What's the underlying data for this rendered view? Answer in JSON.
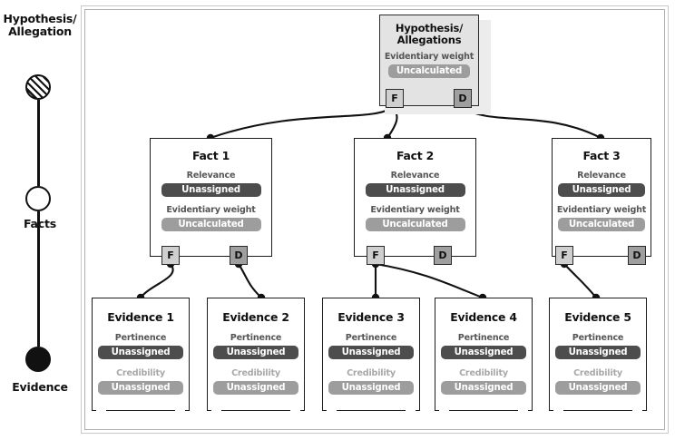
{
  "legend": {
    "items": [
      {
        "id": "hypothesis",
        "label": "Hypothesis/\nAllegation",
        "icon": "hatched-circle-icon"
      },
      {
        "id": "facts",
        "label": "Facts",
        "icon": "open-circle-icon"
      },
      {
        "id": "evidence",
        "label": "Evidence",
        "icon": "filled-circle-icon"
      }
    ],
    "hypothesis_label_line1": "Hypothesis/",
    "hypothesis_label_line2": "Allegation",
    "facts_label": "Facts",
    "evidence_label": "Evidence"
  },
  "colors": {
    "pill_dark": "#4d4d4d",
    "pill_light": "#9d9d9d",
    "handle_f": "#cfcfcf",
    "handle_d": "#9f9f9f",
    "hypothesis_fill": "#e3e3e3",
    "node_border": "#1c1c1c",
    "frame_border": "#c9c9c9"
  },
  "hypothesis": {
    "title_line1": "Hypothesis/",
    "title_line2": "Allegations",
    "attributes": [
      {
        "label": "Evidentiary weight",
        "value": "Uncalculated",
        "tone": "light"
      }
    ],
    "handles": [
      {
        "id": "F",
        "label": "F",
        "tone": "f"
      },
      {
        "id": "D",
        "label": "D",
        "tone": "d"
      }
    ]
  },
  "facts": [
    {
      "id": "fact-1",
      "title": "Fact 1",
      "attributes": [
        {
          "label": "Relevance",
          "value": "Unassigned",
          "tone": "dark"
        },
        {
          "label": "Evidentiary weight",
          "value": "Uncalculated",
          "tone": "light"
        }
      ],
      "handles": [
        {
          "id": "F",
          "label": "F",
          "tone": "f"
        },
        {
          "id": "D",
          "label": "D",
          "tone": "d"
        }
      ]
    },
    {
      "id": "fact-2",
      "title": "Fact 2",
      "attributes": [
        {
          "label": "Relevance",
          "value": "Unassigned",
          "tone": "dark"
        },
        {
          "label": "Evidentiary weight",
          "value": "Uncalculated",
          "tone": "light"
        }
      ],
      "handles": [
        {
          "id": "F",
          "label": "F",
          "tone": "f"
        },
        {
          "id": "D",
          "label": "D",
          "tone": "d"
        }
      ]
    },
    {
      "id": "fact-3",
      "title": "Fact 3",
      "attributes": [
        {
          "label": "Relevance",
          "value": "Unassigned",
          "tone": "dark"
        },
        {
          "label": "Evidentiary weight",
          "value": "Uncalculated",
          "tone": "light"
        }
      ],
      "handles": [
        {
          "id": "F",
          "label": "F",
          "tone": "f"
        },
        {
          "id": "D",
          "label": "D",
          "tone": "d"
        }
      ]
    }
  ],
  "evidence": [
    {
      "id": "evidence-1",
      "title": "Evidence 1",
      "attributes": [
        {
          "label": "Pertinence",
          "value": "Unassigned",
          "tone": "dark"
        },
        {
          "label": "Credibility",
          "value": "Unassigned",
          "tone": "light"
        }
      ]
    },
    {
      "id": "evidence-2",
      "title": "Evidence 2",
      "attributes": [
        {
          "label": "Pertinence",
          "value": "Unassigned",
          "tone": "dark"
        },
        {
          "label": "Credibility",
          "value": "Unassigned",
          "tone": "light"
        }
      ]
    },
    {
      "id": "evidence-3",
      "title": "Evidence 3",
      "attributes": [
        {
          "label": "Pertinence",
          "value": "Unassigned",
          "tone": "dark"
        },
        {
          "label": "Credibility",
          "value": "Unassigned",
          "tone": "light"
        }
      ]
    },
    {
      "id": "evidence-4",
      "title": "Evidence 4",
      "attributes": [
        {
          "label": "Pertinence",
          "value": "Unassigned",
          "tone": "dark"
        },
        {
          "label": "Credibility",
          "value": "Unassigned",
          "tone": "light"
        }
      ]
    },
    {
      "id": "evidence-5",
      "title": "Evidence 5",
      "attributes": [
        {
          "label": "Pertinence",
          "value": "Unassigned",
          "tone": "dark"
        },
        {
          "label": "Credibility",
          "value": "Unassigned",
          "tone": "light"
        }
      ]
    }
  ],
  "connections": [
    {
      "from": "hypothesis.F",
      "to": "fact-1"
    },
    {
      "from": "hypothesis.F",
      "to": "fact-2"
    },
    {
      "from": "hypothesis.D",
      "to": "fact-3"
    },
    {
      "from": "fact-1.F",
      "to": "evidence-1"
    },
    {
      "from": "fact-1.D",
      "to": "evidence-2"
    },
    {
      "from": "fact-2.F",
      "to": "evidence-3"
    },
    {
      "from": "fact-2.F",
      "to": "evidence-4"
    },
    {
      "from": "fact-3.F",
      "to": "evidence-5"
    }
  ]
}
